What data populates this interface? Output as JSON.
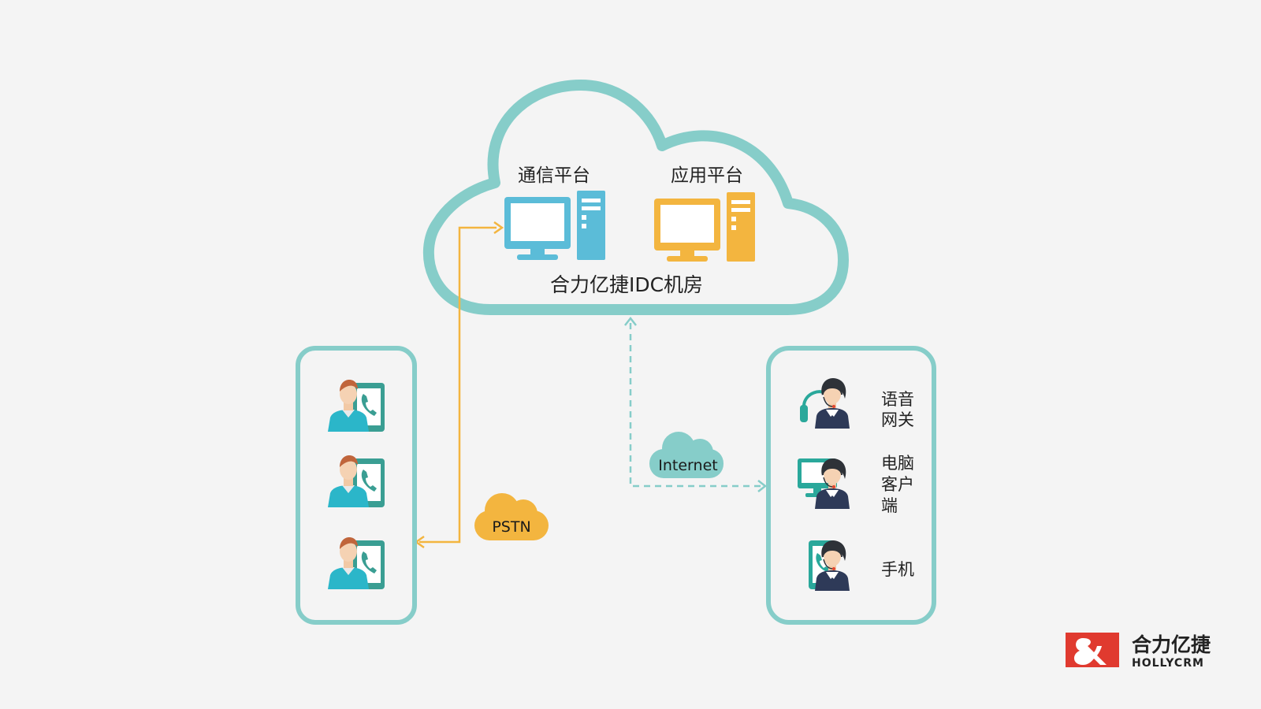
{
  "cloud": {
    "comm_platform_label": "通信平台",
    "app_platform_label": "应用平台",
    "idc_label": "合力亿捷IDC机房"
  },
  "networks": {
    "pstn_label": "PSTN",
    "internet_label": "Internet"
  },
  "agents": [
    {
      "lines": [
        "语音",
        "网关"
      ]
    },
    {
      "lines": [
        "电脑",
        "客户",
        "端"
      ]
    },
    {
      "lines": [
        "手机"
      ]
    }
  ],
  "brand": {
    "name_cn": "合力亿捷",
    "name_en": "HOLLYCRM",
    "color": "#e03a2f"
  },
  "colors": {
    "teal": "#86cdc9",
    "orange": "#f3b53f",
    "blue": "#5bbcd8",
    "person_shirt": "#2bb6c9"
  }
}
